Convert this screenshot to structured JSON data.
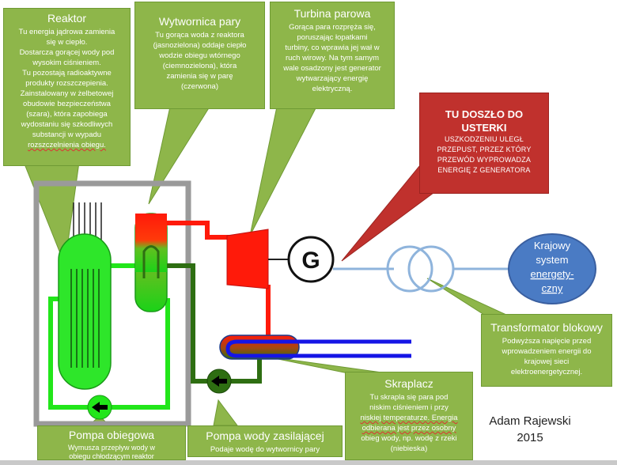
{
  "reaktor": {
    "title": "Reaktor",
    "lines": [
      "Tu energia jądrowa zamienia",
      "się w ciepło.",
      "Dostarcza gorącej wody pod",
      "wysokim ciśnieniem.",
      "Tu pozostają radioaktywne",
      "produkty rozszczepienia.",
      "Zainstalowany w żelbetowej",
      "obudowie bezpieczeństwa",
      "(szara), która zapobiega",
      "wydostaniu się szkodliwych",
      "substancji w wypadu",
      "rozszczelnienia obiegu."
    ]
  },
  "wytwornica": {
    "title": "Wytwornica pary",
    "lines": [
      "Tu gorąca woda z reaktora",
      "(jasnozielona) oddaje ciepło",
      "wodzie obiegu wtórnego",
      "(ciemnozielona), która",
      "zamienia się w parę",
      "(czerwona)"
    ]
  },
  "turbina": {
    "title": "Turbina parowa",
    "lines": [
      "Gorąca para rozpręża się,",
      "poruszając łopatkami",
      "turbiny, co wprawia jej wał w",
      "ruch wirowy. Na tym samym",
      "wale osadzony jest generator",
      "wytwarzający energię",
      "elektryczną."
    ]
  },
  "usterka": {
    "title_line1": "TU DOSZŁO DO",
    "title_line2": "USTERKI",
    "lines": [
      "USZKODZENIU ULEGŁ",
      "PRZEPUST, PRZEZ KTÓRY",
      "PRZEWÓD WYPROWADZA",
      "ENERGIĘ Z GENERATORA"
    ]
  },
  "krajowy_system": {
    "lines": [
      "Krajowy",
      "system",
      "energety-",
      "czny"
    ]
  },
  "generator_label": "G",
  "transformator": {
    "title": "Transformator blokowy",
    "lines": [
      "Podwyższa napięcie przed",
      "wprowadzeniem energii do",
      "krajowej sieci",
      "elektroenergetycznej."
    ]
  },
  "skraplacz": {
    "title": "Skraplacz",
    "lines": [
      "Tu skrapla się para pod",
      "niskim ciśnieniem i przy",
      "niskiej temperaturze. Energia",
      "odbierana jest przez osobny",
      "obieg wody, np. wodę z rzeki",
      "(niebieska)"
    ]
  },
  "pompa_obiegowa": {
    "title": "Pompa obiegowa",
    "lines": [
      "Wymusza przepływ wody w",
      "obiegu chłodzącym reaktor"
    ]
  },
  "pompa_zasilajaca": {
    "title": "Pompa wody zasilającej",
    "lines": [
      "Podaje wodę do wytwornicy pary"
    ]
  },
  "author": {
    "name": "Adam Rajewski",
    "year": "2015"
  },
  "colors": {
    "callout_green": "#8eb64a",
    "alert_red": "#c0312d",
    "primary_loop": "#22e61a",
    "secondary_loop": "#2e6e12",
    "steam": "#ff1a0a",
    "cooling_water": "#1515e6",
    "containment": "#9a9a9a",
    "grid_blue": "#4a7bc4",
    "transformer_line": "#8fb4dc"
  }
}
